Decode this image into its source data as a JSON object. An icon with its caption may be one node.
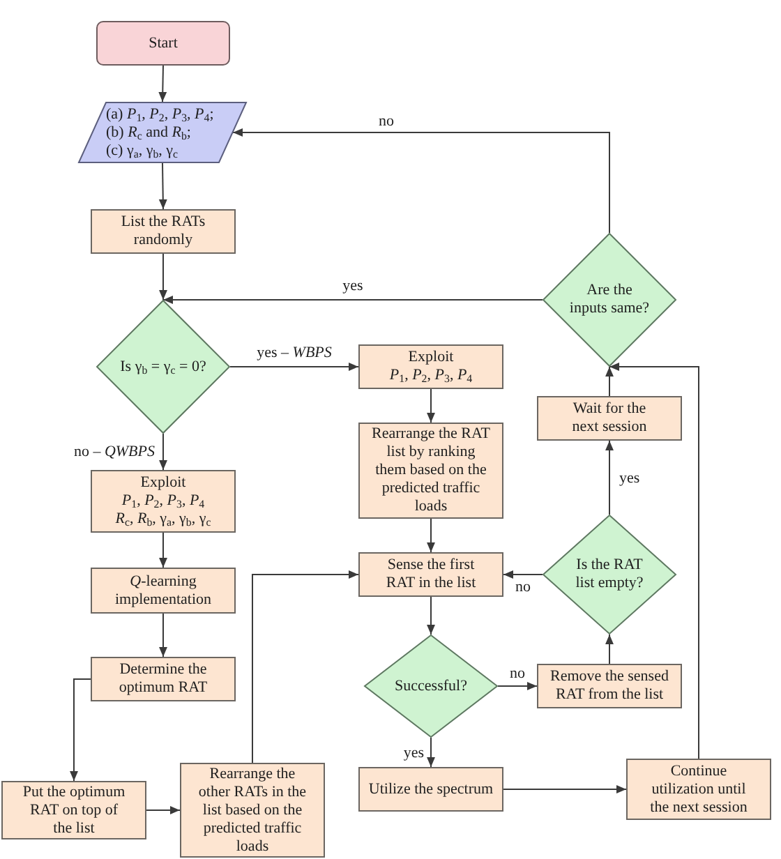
{
  "diagram": {
    "nodes": [
      {
        "text": [
          "Start"
        ]
      },
      {
        "text": [
          "(a) *P*$_{1}$, *P*$_{2}$, *P*$_{3}$, *P*$_{4}$;",
          "(b) *R*$_{c}$ and *R*$_{b}$;",
          "(c) γ$_{a}$, γ$_{b}$, γ$_{c}$"
        ]
      },
      {
        "text": [
          "List the RATs randomly"
        ]
      },
      {
        "text": [
          "Is γ$_{b}$ = γ$_{c}$ = 0?"
        ]
      },
      {
        "text": [
          "Exploit",
          "*P*$_{1}$, *P*$_{2}$, *P*$_{3}$, *P*$_{4}$"
        ]
      },
      {
        "text": [
          "Rearrange the RAT list by ranking them based on the predicted traffic loads"
        ]
      },
      {
        "text": [
          "Exploit",
          "*P*$_{1}$, *P*$_{2}$, *P*$_{3}$, *P*$_{4}$",
          "*R*$_{c}$, *R*$_{b}$, γ$_{a}$, γ$_{b}$, γ$_{c}$"
        ]
      },
      {
        "text": [
          "*Q*-learning implementation"
        ]
      },
      {
        "text": [
          "Determine the optimum RAT"
        ]
      },
      {
        "text": [
          "Put the optimum RAT on top of the list"
        ]
      },
      {
        "text": [
          "Rearrange the other RATs in the list based on the predicted traffic loads"
        ]
      },
      {
        "text": [
          "Sense the first RAT in the list"
        ]
      },
      {
        "text": [
          "Successful?"
        ]
      },
      {
        "text": [
          "Utilize the spectrum"
        ]
      },
      {
        "text": [
          "Continue utilization until the next session"
        ]
      },
      {
        "text": [
          "Remove the sensed RAT from the list"
        ]
      },
      {
        "text": [
          "Is the RAT list empty?"
        ]
      },
      {
        "text": [
          "Wait for the next session"
        ]
      },
      {
        "text": [
          "Are the inputs same?"
        ]
      }
    ],
    "edges": [
      {
        "from": 0,
        "to": 1,
        "arrow": "to"
      },
      {
        "from": 1,
        "to": 2,
        "arrow": "to"
      },
      {
        "from": 2,
        "to": 3,
        "arrow": "to"
      },
      {
        "from": 3,
        "to": 4,
        "arrow": "to",
        "label": "yes – *WBPS*"
      },
      {
        "from": 3,
        "to": 6,
        "arrow": "to",
        "label": "no – *QWBPS*"
      },
      {
        "from": 4,
        "to": 5,
        "arrow": "to"
      },
      {
        "from": 5,
        "to": 11,
        "arrow": "to"
      },
      {
        "from": 6,
        "to": 7,
        "arrow": "to"
      },
      {
        "from": 7,
        "to": 8,
        "arrow": "to"
      },
      {
        "from": 8,
        "to": 9,
        "arrow": "to"
      },
      {
        "from": 9,
        "to": 10,
        "arrow": "to"
      },
      {
        "from": 10,
        "to": 11,
        "arrow": "to"
      },
      {
        "from": 11,
        "to": 12,
        "arrow": "to"
      },
      {
        "from": 12,
        "to": 13,
        "arrow": "to",
        "label": "yes"
      },
      {
        "from": 12,
        "to": 15,
        "arrow": "to",
        "label": "no"
      },
      {
        "from": 13,
        "to": 14,
        "arrow": "to"
      },
      {
        "from": 14,
        "to": 18,
        "arrow": "to"
      },
      {
        "from": 15,
        "to": 16,
        "arrow": "to"
      },
      {
        "from": 16,
        "to": 11,
        "arrow": "to",
        "label": "no"
      },
      {
        "from": 16,
        "to": 17,
        "arrow": "to",
        "label": "yes"
      },
      {
        "from": 17,
        "to": 18,
        "arrow": "to"
      },
      {
        "from": 18,
        "to": 1,
        "arrow": "to",
        "label": "no"
      },
      {
        "from": 18,
        "to": 3,
        "arrow": "to",
        "label": "yes"
      }
    ]
  }
}
